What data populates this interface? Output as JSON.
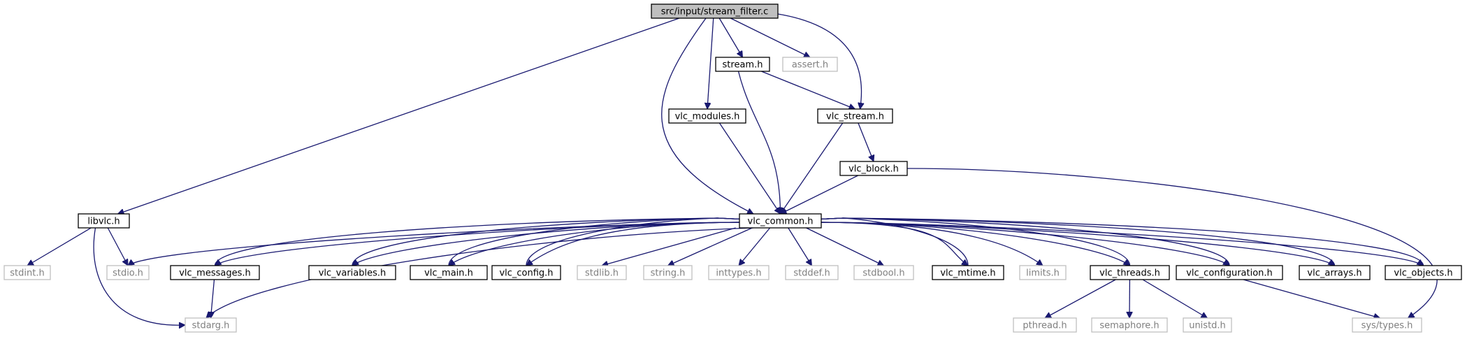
{
  "diagram": {
    "nodes": [
      {
        "id": "stream_filter",
        "label": "src/input/stream_filter.c",
        "kind": "root"
      },
      {
        "id": "libvlc",
        "label": "libvlc.h",
        "kind": "local"
      },
      {
        "id": "vlc_modules",
        "label": "vlc_modules.h",
        "kind": "local"
      },
      {
        "id": "stream",
        "label": "stream.h",
        "kind": "local"
      },
      {
        "id": "assert",
        "label": "assert.h",
        "kind": "system"
      },
      {
        "id": "vlc_stream",
        "label": "vlc_stream.h",
        "kind": "local"
      },
      {
        "id": "vlc_block",
        "label": "vlc_block.h",
        "kind": "local"
      },
      {
        "id": "vlc_common",
        "label": "vlc_common.h",
        "kind": "local"
      },
      {
        "id": "stdint",
        "label": "stdint.h",
        "kind": "system"
      },
      {
        "id": "stdio",
        "label": "stdio.h",
        "kind": "system"
      },
      {
        "id": "vlc_messages",
        "label": "vlc_messages.h",
        "kind": "local"
      },
      {
        "id": "vlc_variables",
        "label": "vlc_variables.h",
        "kind": "local"
      },
      {
        "id": "vlc_main",
        "label": "vlc_main.h",
        "kind": "local"
      },
      {
        "id": "vlc_config",
        "label": "vlc_config.h",
        "kind": "local"
      },
      {
        "id": "stdlib",
        "label": "stdlib.h",
        "kind": "system"
      },
      {
        "id": "string",
        "label": "string.h",
        "kind": "system"
      },
      {
        "id": "inttypes",
        "label": "inttypes.h",
        "kind": "system"
      },
      {
        "id": "stddef",
        "label": "stddef.h",
        "kind": "system"
      },
      {
        "id": "stdbool",
        "label": "stdbool.h",
        "kind": "system"
      },
      {
        "id": "vlc_mtime",
        "label": "vlc_mtime.h",
        "kind": "local"
      },
      {
        "id": "limits",
        "label": "limits.h",
        "kind": "system"
      },
      {
        "id": "vlc_threads",
        "label": "vlc_threads.h",
        "kind": "local"
      },
      {
        "id": "vlc_configuration",
        "label": "vlc_configuration.h",
        "kind": "local"
      },
      {
        "id": "vlc_arrays",
        "label": "vlc_arrays.h",
        "kind": "local"
      },
      {
        "id": "vlc_objects",
        "label": "vlc_objects.h",
        "kind": "local"
      },
      {
        "id": "stdarg",
        "label": "stdarg.h",
        "kind": "system"
      },
      {
        "id": "pthread",
        "label": "pthread.h",
        "kind": "system"
      },
      {
        "id": "semaphore",
        "label": "semaphore.h",
        "kind": "system"
      },
      {
        "id": "unistd",
        "label": "unistd.h",
        "kind": "system"
      },
      {
        "id": "sys_types",
        "label": "sys/types.h",
        "kind": "system"
      }
    ],
    "edges": [
      {
        "from": "stream_filter",
        "to": "libvlc"
      },
      {
        "from": "stream_filter",
        "to": "vlc_common"
      },
      {
        "from": "stream_filter",
        "to": "vlc_modules"
      },
      {
        "from": "stream_filter",
        "to": "stream"
      },
      {
        "from": "stream_filter",
        "to": "assert"
      },
      {
        "from": "stream_filter",
        "to": "vlc_stream"
      },
      {
        "from": "stream",
        "to": "vlc_stream"
      },
      {
        "from": "stream",
        "to": "vlc_common"
      },
      {
        "from": "vlc_modules",
        "to": "vlc_common"
      },
      {
        "from": "vlc_stream",
        "to": "vlc_common"
      },
      {
        "from": "vlc_stream",
        "to": "vlc_block"
      },
      {
        "from": "vlc_block",
        "to": "vlc_common"
      },
      {
        "from": "vlc_block",
        "to": "sys_types"
      },
      {
        "from": "libvlc",
        "to": "stdint"
      },
      {
        "from": "libvlc",
        "to": "stdio"
      },
      {
        "from": "libvlc",
        "to": "stdarg"
      },
      {
        "from": "vlc_common",
        "to": "stdio"
      },
      {
        "from": "vlc_common",
        "to": "vlc_messages"
      },
      {
        "from": "vlc_common",
        "to": "vlc_variables"
      },
      {
        "from": "vlc_common",
        "to": "vlc_main"
      },
      {
        "from": "vlc_common",
        "to": "vlc_config"
      },
      {
        "from": "vlc_common",
        "to": "stdlib"
      },
      {
        "from": "vlc_common",
        "to": "string"
      },
      {
        "from": "vlc_common",
        "to": "inttypes"
      },
      {
        "from": "vlc_common",
        "to": "stddef"
      },
      {
        "from": "vlc_common",
        "to": "stdbool"
      },
      {
        "from": "vlc_common",
        "to": "vlc_mtime"
      },
      {
        "from": "vlc_common",
        "to": "limits"
      },
      {
        "from": "vlc_common",
        "to": "vlc_threads"
      },
      {
        "from": "vlc_common",
        "to": "vlc_configuration"
      },
      {
        "from": "vlc_common",
        "to": "vlc_arrays"
      },
      {
        "from": "vlc_common",
        "to": "vlc_objects"
      },
      {
        "from": "vlc_common",
        "to": "stdarg"
      },
      {
        "from": "vlc_messages",
        "to": "vlc_common"
      },
      {
        "from": "vlc_messages",
        "to": "stdarg"
      },
      {
        "from": "vlc_variables",
        "to": "vlc_common"
      },
      {
        "from": "vlc_main",
        "to": "vlc_common"
      },
      {
        "from": "vlc_config",
        "to": "vlc_common"
      },
      {
        "from": "vlc_mtime",
        "to": "vlc_common"
      },
      {
        "from": "vlc_threads",
        "to": "vlc_common"
      },
      {
        "from": "vlc_threads",
        "to": "pthread"
      },
      {
        "from": "vlc_threads",
        "to": "semaphore"
      },
      {
        "from": "vlc_threads",
        "to": "unistd"
      },
      {
        "from": "vlc_configuration",
        "to": "vlc_common"
      },
      {
        "from": "vlc_configuration",
        "to": "sys_types"
      },
      {
        "from": "vlc_arrays",
        "to": "vlc_common"
      },
      {
        "from": "vlc_objects",
        "to": "vlc_common"
      }
    ]
  }
}
